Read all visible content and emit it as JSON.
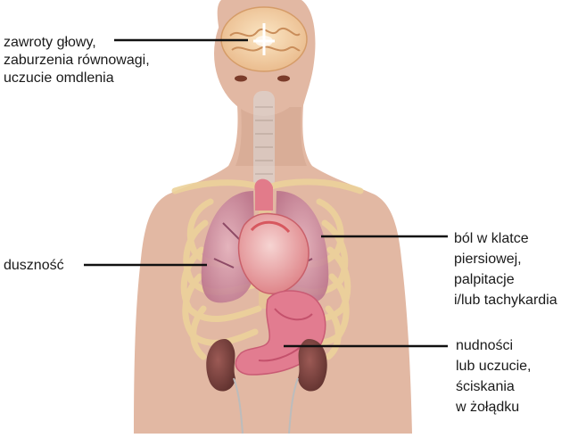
{
  "labels": {
    "head": [
      "zawroty głowy,",
      "zaburzenia równowagi,",
      "uczucie omdlenia"
    ],
    "breath": [
      "duszność"
    ],
    "chest": [
      "ból w klatce",
      "piersiowej,",
      "palpitacje",
      "i/lub tachykardia"
    ],
    "stomach": [
      "nudności",
      "lub uczucie,",
      "ściskania",
      "w żołądku"
    ]
  },
  "colors": {
    "skin": "#e2b8a3",
    "skin_shade": "#d6a68f",
    "bone": "#efd9a8",
    "lung": "#c8839c",
    "heart": "#e58c8c",
    "stomach": "#e0788f",
    "kidney": "#7a4340",
    "brain": "#f1cfa4",
    "leader_line": "#111111"
  },
  "icons": [
    "brain-illustration",
    "lungs-illustration",
    "heart-illustration",
    "stomach-illustration",
    "kidneys-illustration",
    "ribcage-illustration"
  ]
}
